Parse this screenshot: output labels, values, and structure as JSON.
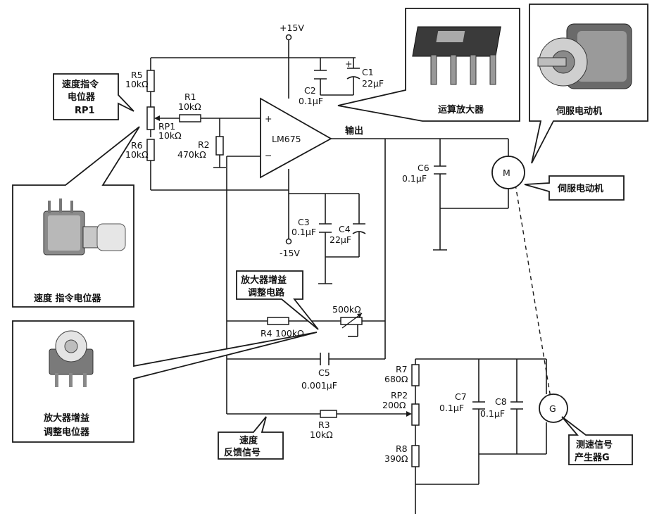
{
  "supply": {
    "pos": "+15V",
    "neg": "-15V"
  },
  "opamp": {
    "name": "LM675",
    "plus": "+",
    "minus": "−",
    "output": "输出"
  },
  "components": {
    "R5": {
      "ref": "R5",
      "val": "10kΩ"
    },
    "R6": {
      "ref": "R6",
      "val": "10kΩ"
    },
    "RP1": {
      "ref": "RP1",
      "val": "10kΩ"
    },
    "R1": {
      "ref": "R1",
      "val": "10kΩ"
    },
    "R2": {
      "ref": "R2",
      "val": "470kΩ"
    },
    "C1": {
      "ref": "C1",
      "val": "22μF"
    },
    "C2": {
      "ref": "C2",
      "val": "0.1μF"
    },
    "C3": {
      "ref": "C3",
      "val": "0.1μF"
    },
    "C4": {
      "ref": "C4",
      "val": "22μF"
    },
    "C5": {
      "ref": "C5",
      "val": "0.001μF"
    },
    "C6": {
      "ref": "C6",
      "val": "0.1μF"
    },
    "C7": {
      "ref": "C7",
      "val": "0.1μF"
    },
    "C8": {
      "ref": "C8",
      "val": "0.1μF"
    },
    "R4": {
      "ref": "R4",
      "val": "100kΩ"
    },
    "VR500": {
      "val": "500kΩ"
    },
    "R3": {
      "ref": "R3",
      "val": "10kΩ"
    },
    "R7": {
      "ref": "R7",
      "val": "680Ω"
    },
    "RP2": {
      "ref": "RP2",
      "val": "200Ω"
    },
    "R8": {
      "ref": "R8",
      "val": "390Ω"
    },
    "motor": "M",
    "generator": "G"
  },
  "callouts": {
    "rp1": [
      "速度指令",
      "电位器",
      "RP1"
    ],
    "rp1_photo": "速度 指令电位器",
    "opamp_photo": "运算放大器",
    "servo_photo": "伺服电动机",
    "servo_label": "伺服电动机",
    "gain_circuit": [
      "放大器增益",
      "调整电路"
    ],
    "gain_pot_photo": [
      "放大器增益",
      "调整电位器"
    ],
    "feedback": [
      "速度",
      "反馈信号"
    ],
    "tacho": [
      "测速信号",
      "产生器G"
    ]
  }
}
